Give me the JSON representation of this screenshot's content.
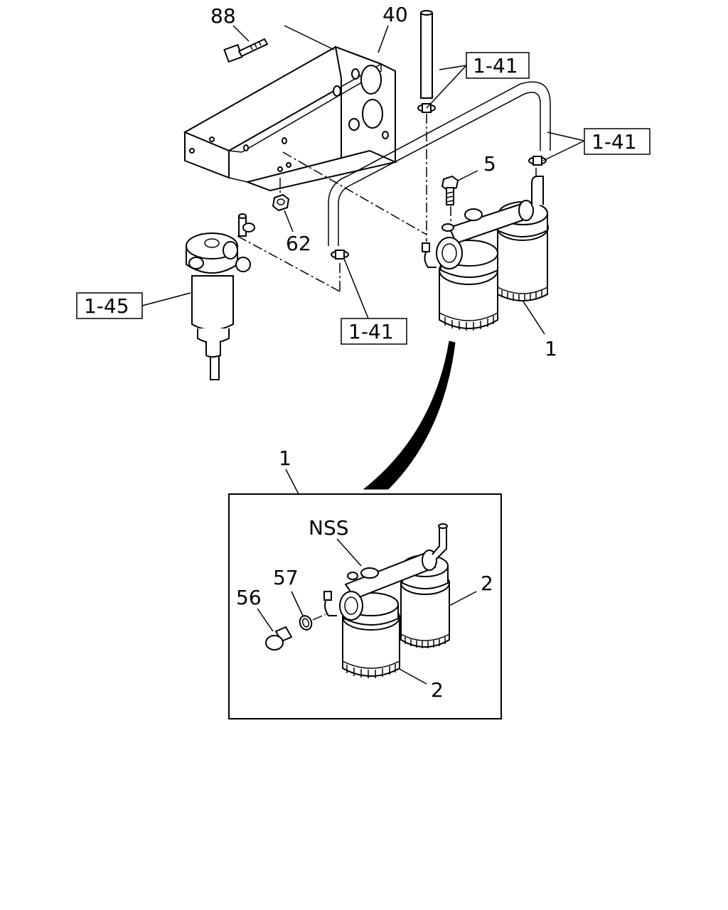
{
  "callouts": {
    "c88": "88",
    "c40": "40",
    "c5": "5",
    "c62": "62",
    "c1_top": "1",
    "c1_detail": "1",
    "nss": "NSS",
    "c57": "57",
    "c56": "56",
    "c2_upper": "2",
    "c2_lower": "2"
  },
  "ref_boxes": {
    "r141_top": "1-41",
    "r141_right": "1-41",
    "r141_bottom": "1-41",
    "r145": "1-45"
  },
  "icons": [
    "bolt-icon",
    "bracket-icon",
    "nut-icon",
    "fuel-filter-assembly-icon",
    "water-separator-icon",
    "fuel-hose-icon",
    "clamp-icon",
    "drain-plug-icon",
    "o-ring-icon"
  ]
}
